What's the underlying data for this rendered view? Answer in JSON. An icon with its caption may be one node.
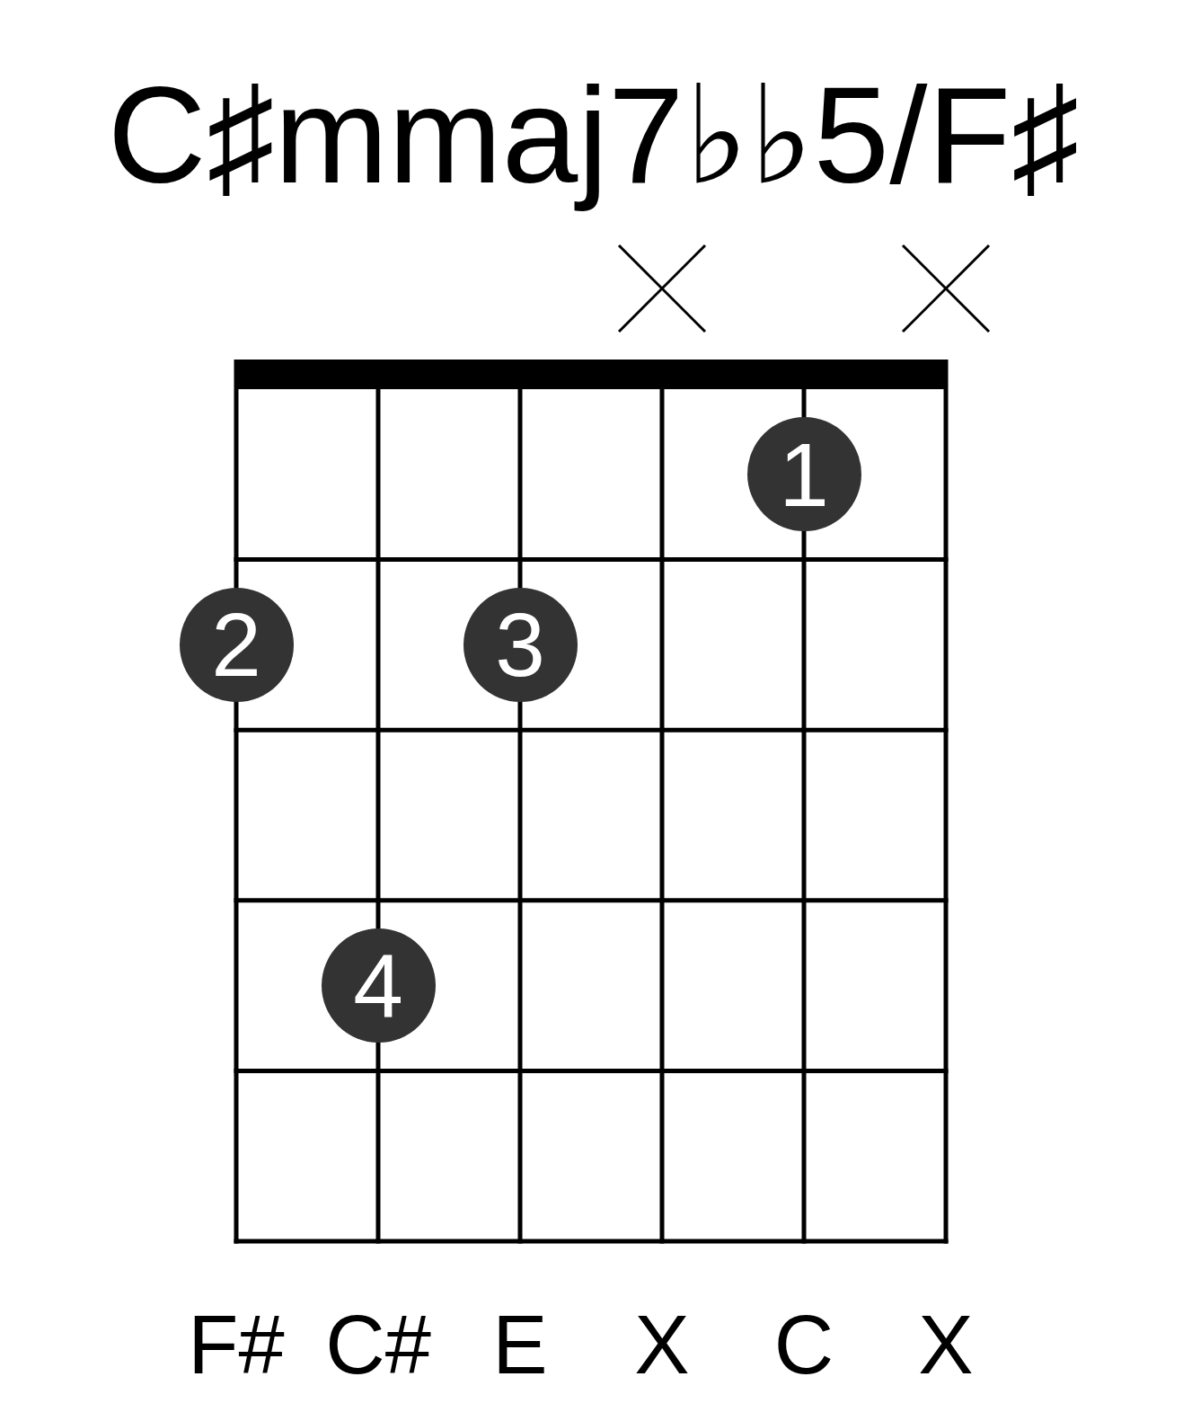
{
  "diagram": {
    "title": "C♯mmaj7♭♭5/F♯",
    "nodes": [
      {
        "text": [
          "1"
        ]
      },
      {
        "text": [
          "2"
        ]
      },
      {
        "text": [
          "3"
        ]
      },
      {
        "text": [
          "4"
        ]
      }
    ],
    "labels": [
      "F#",
      "C#",
      "E",
      "X",
      "C",
      "X"
    ]
  }
}
